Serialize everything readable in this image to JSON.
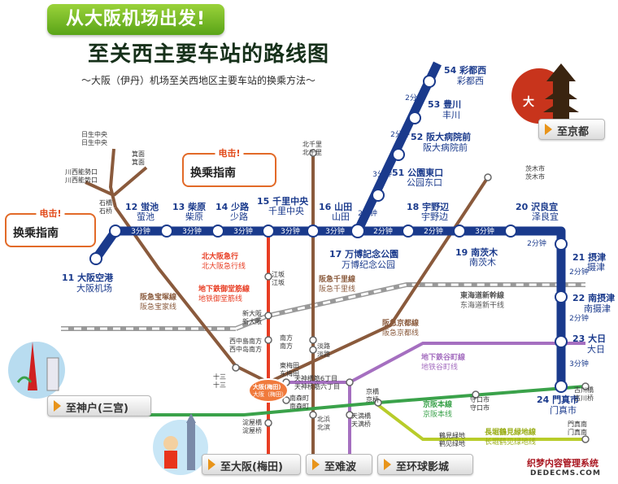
{
  "header": {
    "badge": "从大阪机场出发!",
    "title": "至关西主要车站的路线图",
    "subtitle": "～大阪（伊丹）机场至关西地区主要车站的换乘方法～"
  },
  "callouts": [
    {
      "top": "电击!",
      "main": "换乘指南"
    },
    {
      "top": "电击!",
      "main": "换乘指南"
    }
  ],
  "minutes": {
    "m3": "3分钟",
    "m2": "2分钟"
  },
  "stations": {
    "s11": {
      "num": "11",
      "jp": "大阪空港",
      "cn": "大阪机场"
    },
    "s12": {
      "num": "12",
      "jp": "蛍池",
      "cn": "萤池"
    },
    "s13": {
      "num": "13",
      "jp": "柴原",
      "cn": "柴原"
    },
    "s14": {
      "num": "14",
      "jp": "少路",
      "cn": "少路"
    },
    "s15": {
      "num": "15",
      "jp": "千里中央",
      "cn": "千里中央"
    },
    "s16": {
      "num": "16",
      "jp": "山田",
      "cn": "山田"
    },
    "s17": {
      "num": "17",
      "jp": "万博記念公園",
      "cn": "万博纪念公园"
    },
    "s18": {
      "num": "18",
      "jp": "宇野辺",
      "cn": "宇野边"
    },
    "s19": {
      "num": "19",
      "jp": "南茨木",
      "cn": "南茨木"
    },
    "s20": {
      "num": "20",
      "jp": "沢良宜",
      "cn": "泽良宜"
    },
    "s21": {
      "num": "21",
      "jp": "摂津",
      "cn": "摄津"
    },
    "s22": {
      "num": "22",
      "jp": "南摂津",
      "cn": "南摄津"
    },
    "s23": {
      "num": "23",
      "jp": "大日",
      "cn": "大日"
    },
    "s24": {
      "num": "24",
      "jp": "門真市",
      "cn": "门真市"
    },
    "s51": {
      "num": "51",
      "jp": "公園東口",
      "cn": "公园东口"
    },
    "s52": {
      "num": "52",
      "jp": "阪大病院前",
      "cn": "阪大病院前"
    },
    "s53": {
      "num": "53",
      "jp": "豊川",
      "cn": "丰川"
    },
    "s54": {
      "num": "54",
      "jp": "彩都西",
      "cn": "彩都西"
    }
  },
  "small_stations": {
    "hibarigaoka": "日生中央",
    "hibarigaoka_cn": "日生中央",
    "mino": "箕面",
    "mino_cn": "箕面",
    "kawanishi": "川西能勢口",
    "kawanishi_cn": "川西能势口",
    "ishibashi": "石橋",
    "ishibashi_cn": "石桥",
    "kitasenri": "北千里",
    "kitasenri_cn": "北千里",
    "ibaraki": "茨木市",
    "ibaraki_cn": "茨木市",
    "esaka": "江坂",
    "esaka_cn": "江坂",
    "shinosaka": "新大阪",
    "shinosaka_cn": "新大阪",
    "nishinakajima": "西中島南方",
    "nishinakajima_cn": "西中岛南方",
    "minamikata": "南方",
    "minamikata_cn": "南方",
    "awaji": "淡路",
    "awaji_cn": "淡路",
    "juso": "十三",
    "juso_cn": "十三",
    "umeda": "大阪(梅田)",
    "umeda_cn": "大阪（梅田）",
    "higashiumeda": "東梅田",
    "higashiumeda_cn": "东梅田",
    "tenjin": "天神橋筋6丁目",
    "tenjin_cn": "天神桥筋六丁目",
    "minamimorimachi": "南森町",
    "minamimorimachi_cn": "南森町",
    "kyobashi": "京橋",
    "kyobashi_cn": "京桥",
    "kitahama": "北浜",
    "kitahama_cn": "北滨",
    "tenma": "天満橋",
    "tenma_cn": "天满桥",
    "yodoyabashi": "淀屋橋",
    "yodoyabashi_cn": "淀屋桥",
    "moriguchi": "守口市",
    "moriguchi_cn": "守口市",
    "furukawabashi": "古川橋",
    "furukawabashi_cn": "古川桥",
    "kadomaminami": "門真南",
    "kadomaminami_cn": "门真南",
    "tsurumi": "鶴見緑地",
    "tsurumi_cn": "鹤见绿地"
  },
  "lines": {
    "kita_kyuko": "北大阪急行",
    "kita_kyuko_cn": "北大阪急行线",
    "midosuji": "地下鉄御堂筋線",
    "midosuji_cn": "地铁御堂筋线",
    "hankyu_senri": "阪急千里線",
    "hankyu_senri_cn": "阪急千里线",
    "hankyu_takarazuka": "阪急宝塚線",
    "hankyu_takarazuka_cn": "阪急宝家线",
    "hankyu_kyoto": "阪急京都線",
    "hankyu_kyoto_cn": "阪急京都线",
    "shinkansen": "東海道新幹線",
    "shinkansen_cn": "东海道新干线",
    "tanimachi": "地下鉄谷町線",
    "tanimachi_cn": "地铁谷町线",
    "keihan": "京阪本線",
    "keihan_cn": "京阪本线",
    "nagahori": "長堀鶴見緑地線",
    "nagahori_cn": "长堀鹤见绿地线"
  },
  "destinations": {
    "kobe": "至神户(三宫)",
    "osaka": "至大阪(梅田)",
    "namba": "至难波",
    "usj": "至环球影城",
    "kyoto": "至京都"
  },
  "watermark": {
    "line1": "织梦内容管理系统",
    "line2": "DEDECMS.COM"
  },
  "colors": {
    "monorail": "#1a3a8c",
    "midosuji": "#e83d23",
    "hankyu": "#8a5a3c",
    "tanimachi": "#a56fc0",
    "keihan": "#3aa24a",
    "nagahori": "#b8cc2a",
    "shinkansen": "#888888",
    "badge": "#7cc12a",
    "callout": "#e26a28"
  }
}
